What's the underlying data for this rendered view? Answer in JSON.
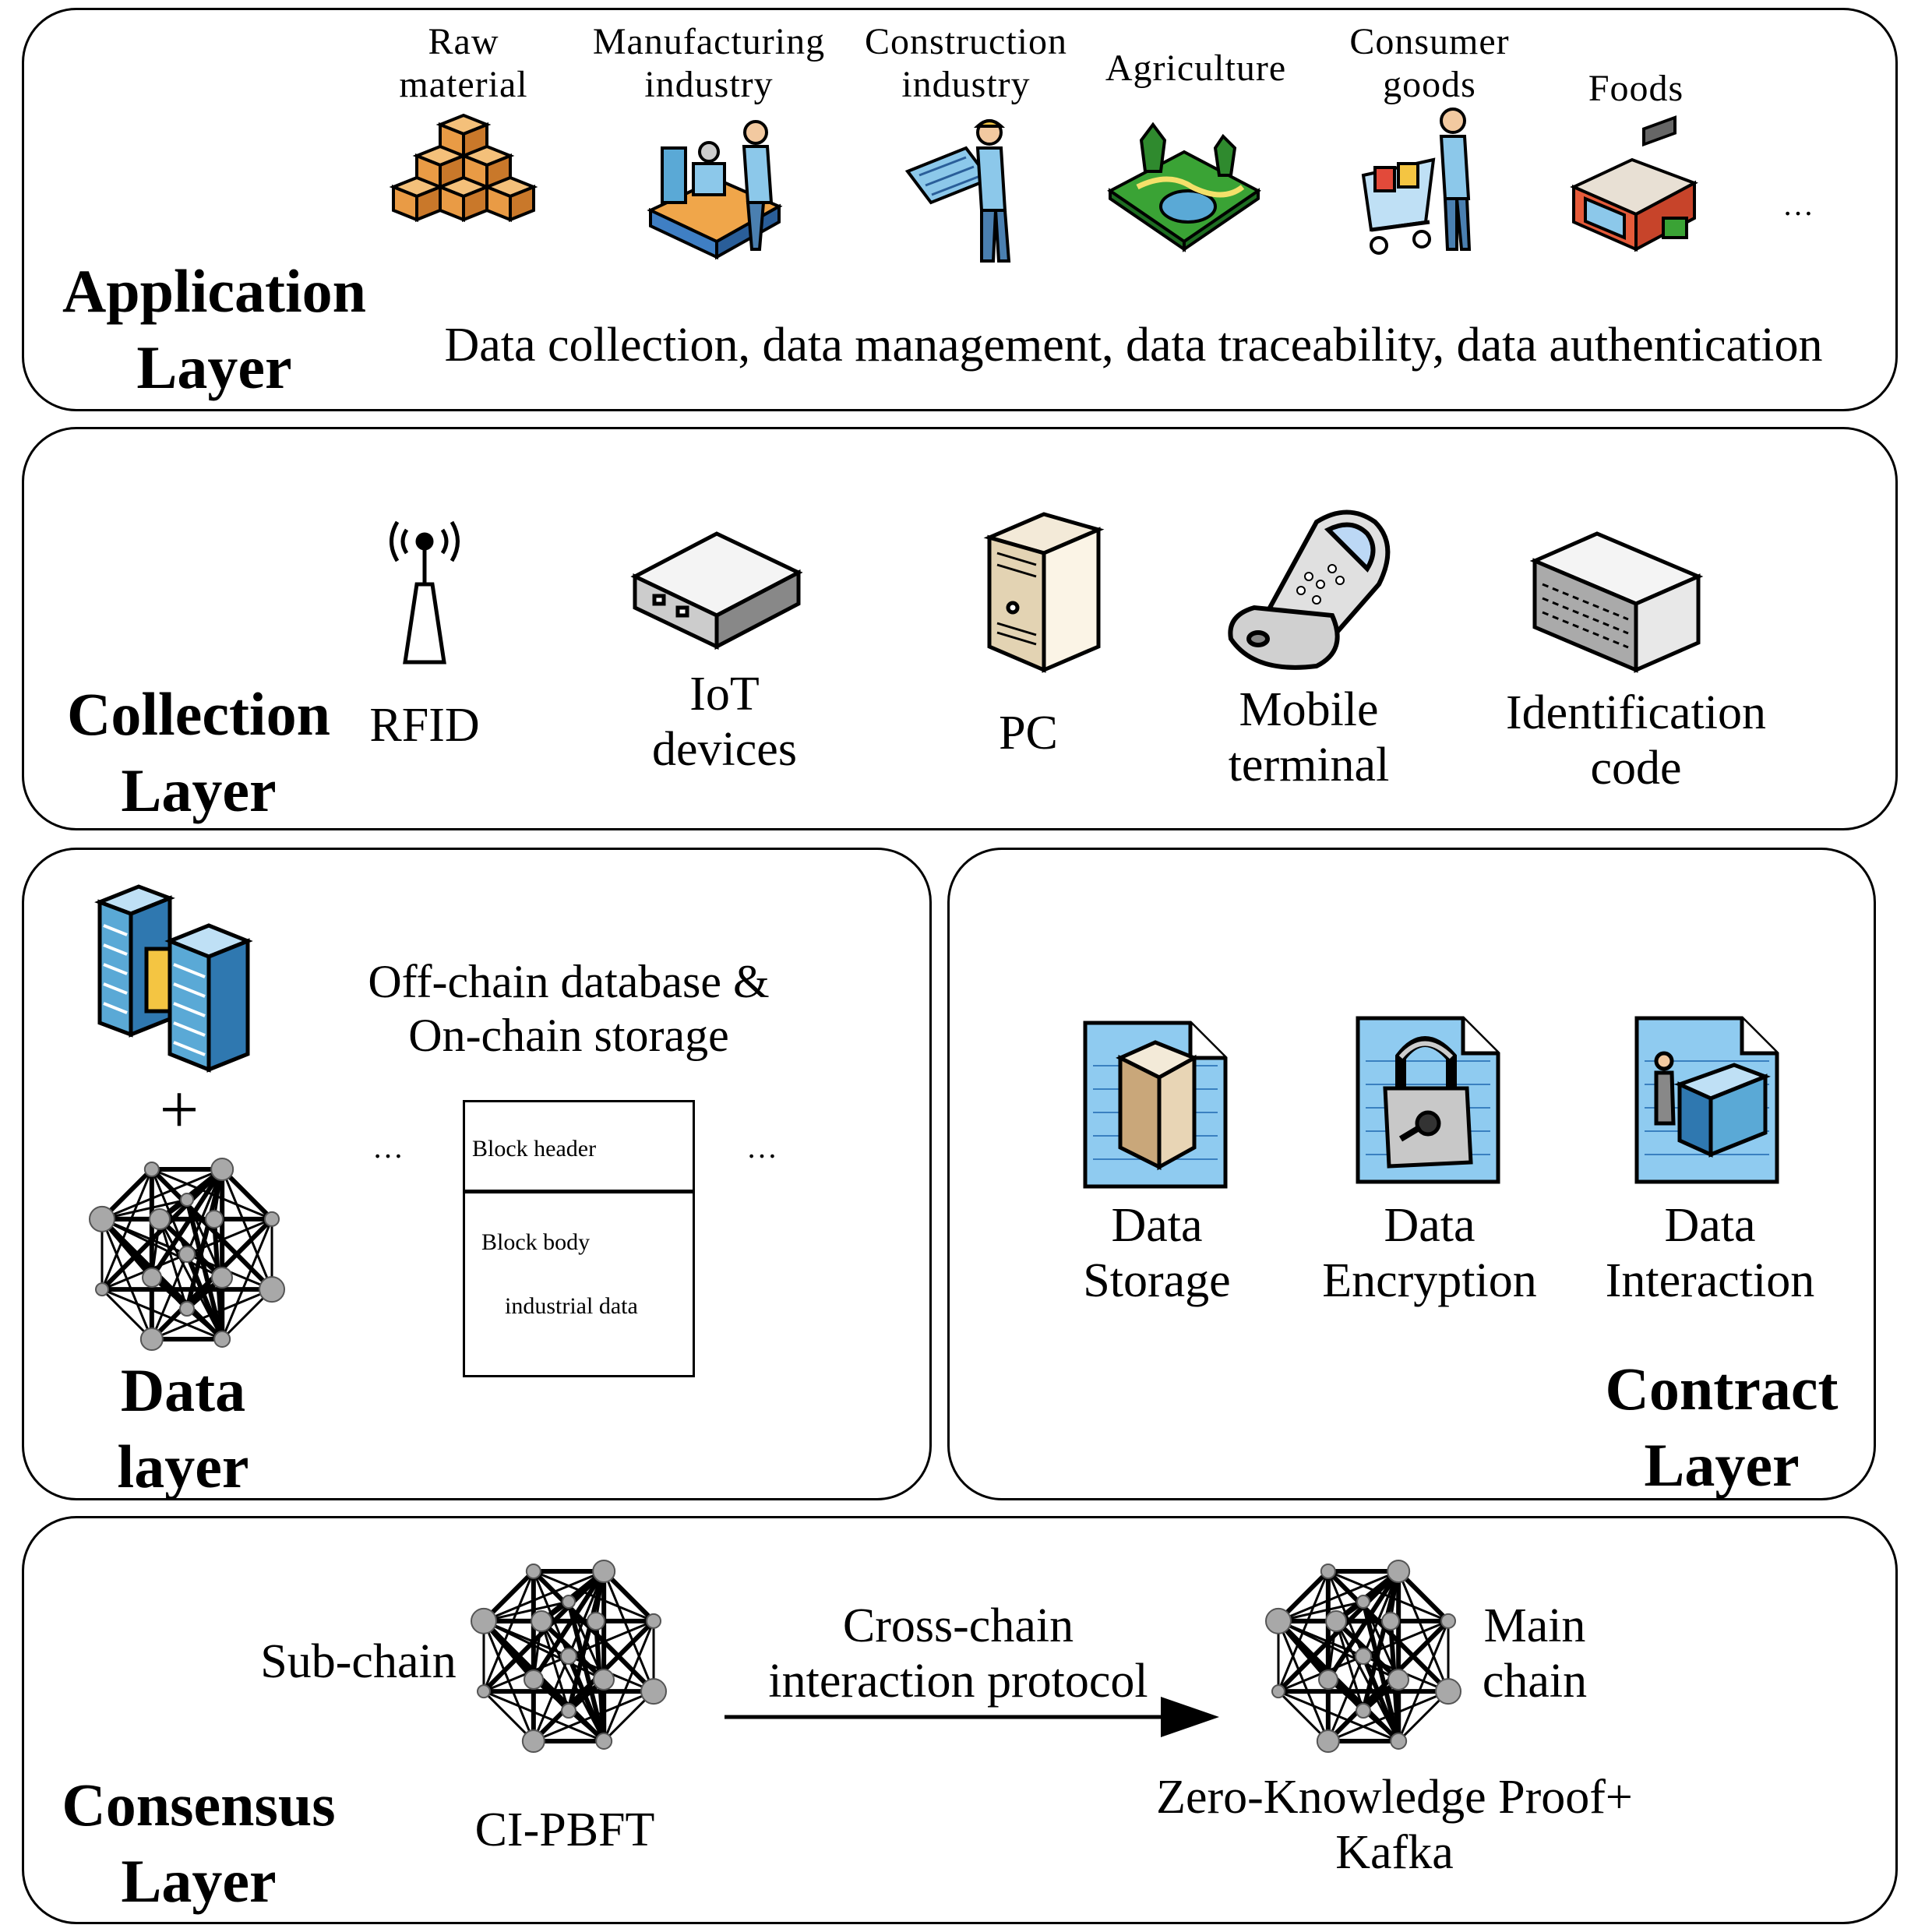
{
  "application": {
    "title": "Application Layer",
    "items": [
      "Raw material",
      "Manufacturing industry",
      "Construction industry",
      "Agriculture",
      "Consumer goods",
      "Foods"
    ],
    "ellipsis": "…",
    "functions": "Data collection, data management, data traceability, data authentication"
  },
  "collection": {
    "title": "Collection Layer",
    "items": [
      "RFID",
      "IoT devices",
      "PC",
      "Mobile terminal",
      "Identification code"
    ]
  },
  "data_layer": {
    "title": "Data layer",
    "plus": "+",
    "storage_label": "Off-chain database & On-chain storage",
    "ellipsis": "…",
    "block_header": "Block header",
    "block_body": "Block body",
    "block_content": "industrial data"
  },
  "contract": {
    "title": "Contract Layer",
    "items": [
      "Data Storage",
      "Data Encryption",
      "Data Interaction"
    ]
  },
  "consensus": {
    "title": "Consensus Layer",
    "subchain_label": "Sub-chain",
    "subchain_algo": "CI-PBFT",
    "protocol_label": "Cross-chain interaction protocol",
    "mainchain_label": "Main chain",
    "mainchain_algo": "Zero-Knowledge Proof+ Kafka"
  },
  "colors": {
    "stroke": "#000000",
    "blue": "#5aa9d6",
    "brown": "#c98a3a",
    "green": "#3aa335"
  }
}
